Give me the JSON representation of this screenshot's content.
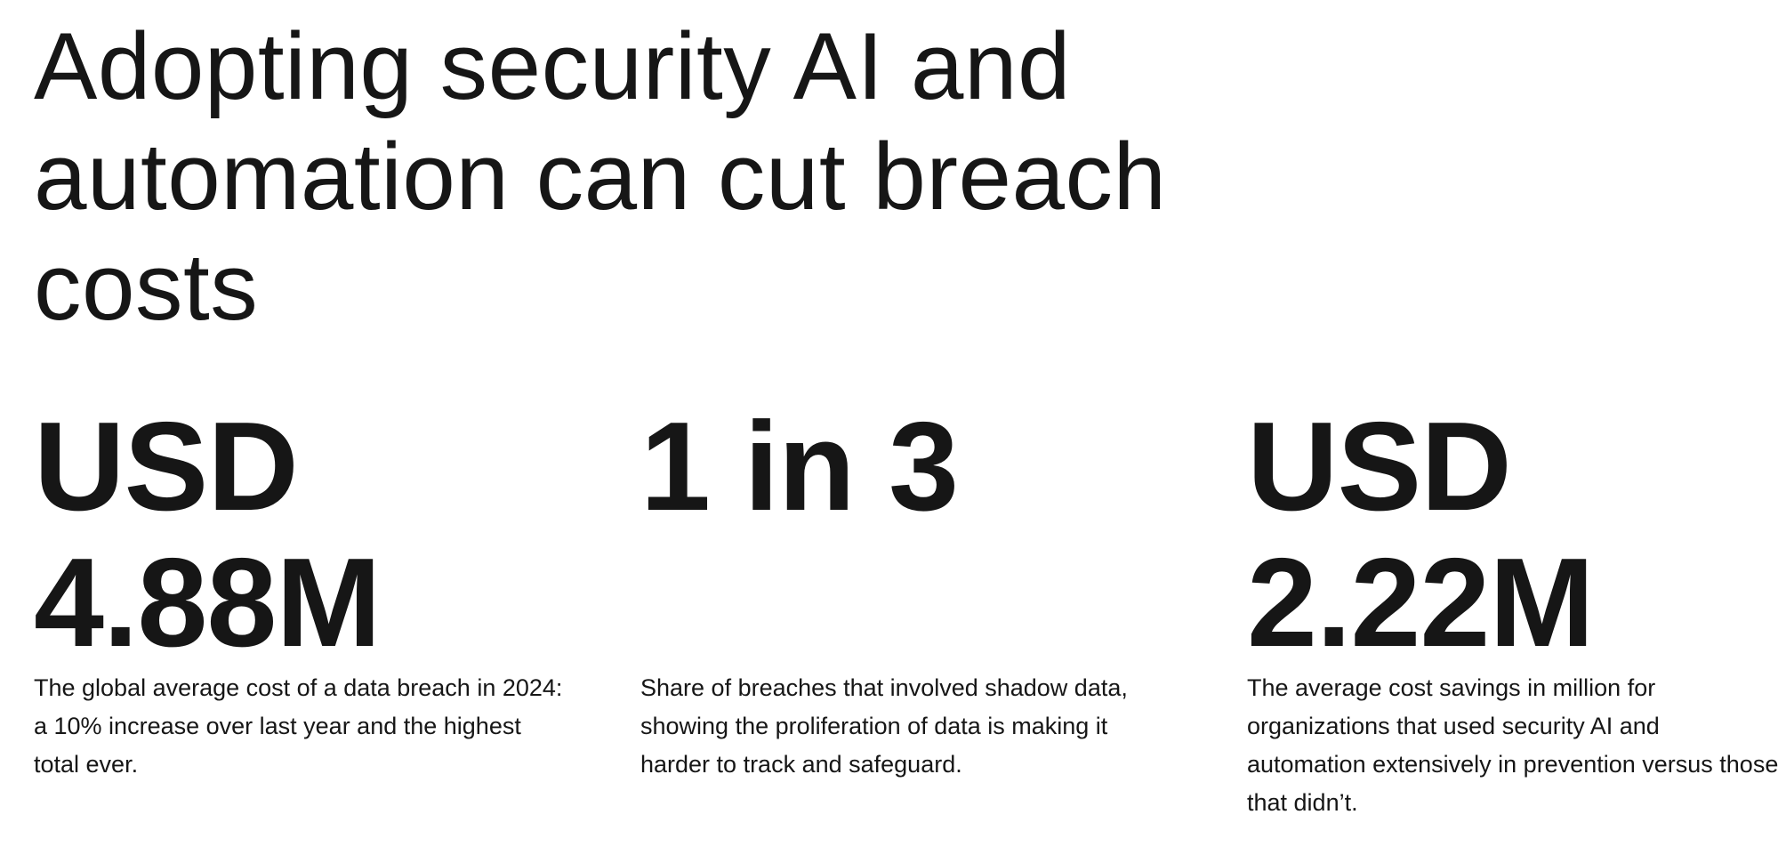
{
  "headline": "Adopting security AI and automation can cut breach costs",
  "stats": [
    {
      "value": "USD 4.88M",
      "description": "The global average cost of a data breach in 2024: a 10% increase over last year and the highest total ever."
    },
    {
      "value": "1 in 3",
      "description": "Share of breaches that involved shadow data, showing the proliferation of data is making it harder to track and safeguard."
    },
    {
      "value": "USD 2.22M",
      "description": "The average cost savings in million for organizations that used security AI and automation extensively in prevention versus those that didn’t."
    }
  ]
}
